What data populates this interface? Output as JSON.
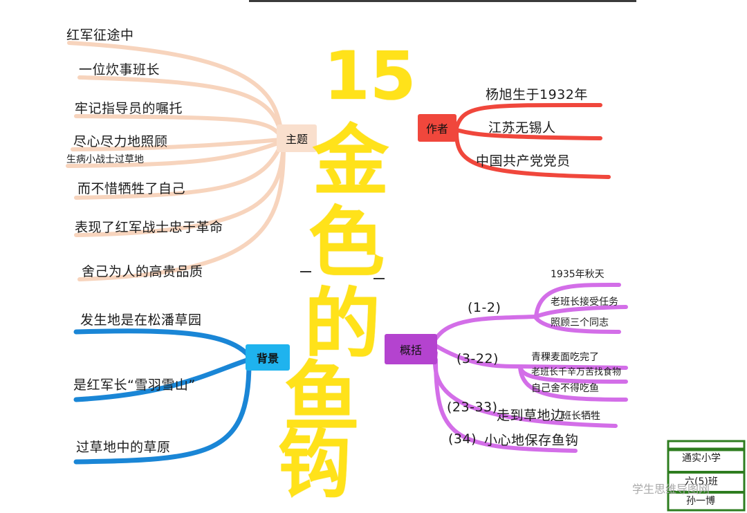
{
  "title": {
    "number": "15",
    "chars": [
      "金",
      "色",
      "的",
      "鱼",
      "钩"
    ]
  },
  "theme": {
    "label": "主题",
    "items": [
      "红军征途中",
      "一位炊事班长",
      "牢记指导员的嘱托",
      "尽心尽力地照顾",
      "生病小战士过草地",
      "而不惜牺牲了自己",
      "表现了红军战士忠于革命",
      "舍己为人的高贵品质"
    ]
  },
  "author": {
    "label": "作者",
    "items": [
      "杨旭生于1932年",
      "江苏无锡人",
      "中国共产党党员"
    ]
  },
  "background": {
    "label": "背景",
    "items": [
      "发生地是在松潘草园",
      "是红军长“雪羽雪山”",
      "过草地中的草原"
    ]
  },
  "summary": {
    "label": "概括",
    "groups": [
      {
        "range": "(1-2)",
        "items": [
          "1935年秋天",
          "老班长接受任务",
          "照顾三个同志"
        ]
      },
      {
        "range": "(3-22)",
        "items": [
          "青稞麦面吃完了",
          "老班长千辛万苦找食物",
          "自己舍不得吃鱼"
        ]
      },
      {
        "range": "(23-33)",
        "items": [
          "走到草地边",
          "班长牺牲"
        ]
      },
      {
        "range": "(34)",
        "items": [
          "小心地保存鱼钩"
        ]
      }
    ]
  },
  "signature": {
    "lines": [
      "通实小学",
      "六(5)班",
      "孙一博"
    ]
  },
  "watermark": "学生思维导图网",
  "colors": {
    "title": "#ffe21a",
    "theme": "#f7d4bd",
    "author": "#f0473c",
    "background": "#1a86d6",
    "background_box": "#1fb3ee",
    "summary": "#d36ee8",
    "summary_box": "#b443cf",
    "signature": "#2e7d1f"
  }
}
